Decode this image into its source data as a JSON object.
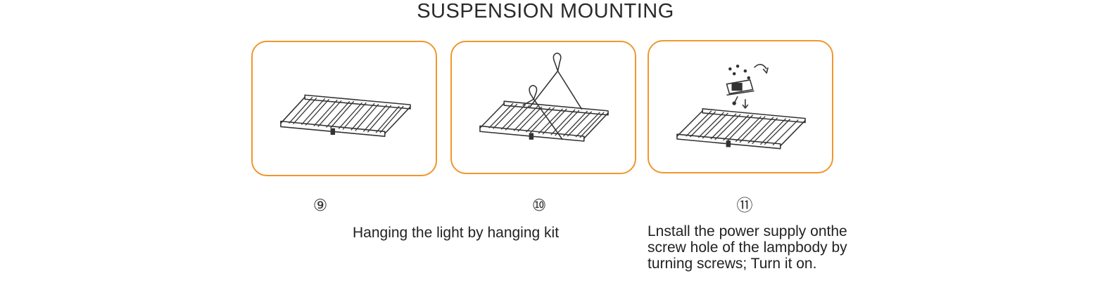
{
  "header": {
    "title": "SUSPENSION MOUNTING"
  },
  "steps": [
    {
      "number": "⑨"
    },
    {
      "number": "⑩"
    },
    {
      "number": "⑪"
    }
  ],
  "captions": {
    "hanging": "Hanging the light by hanging kit",
    "install": "Lnstall the power supply onthe screw hole of the lampbody by turning screws; Turn it on."
  },
  "colors": {
    "panel_border": "#f0962e",
    "line_art": "#333333"
  }
}
